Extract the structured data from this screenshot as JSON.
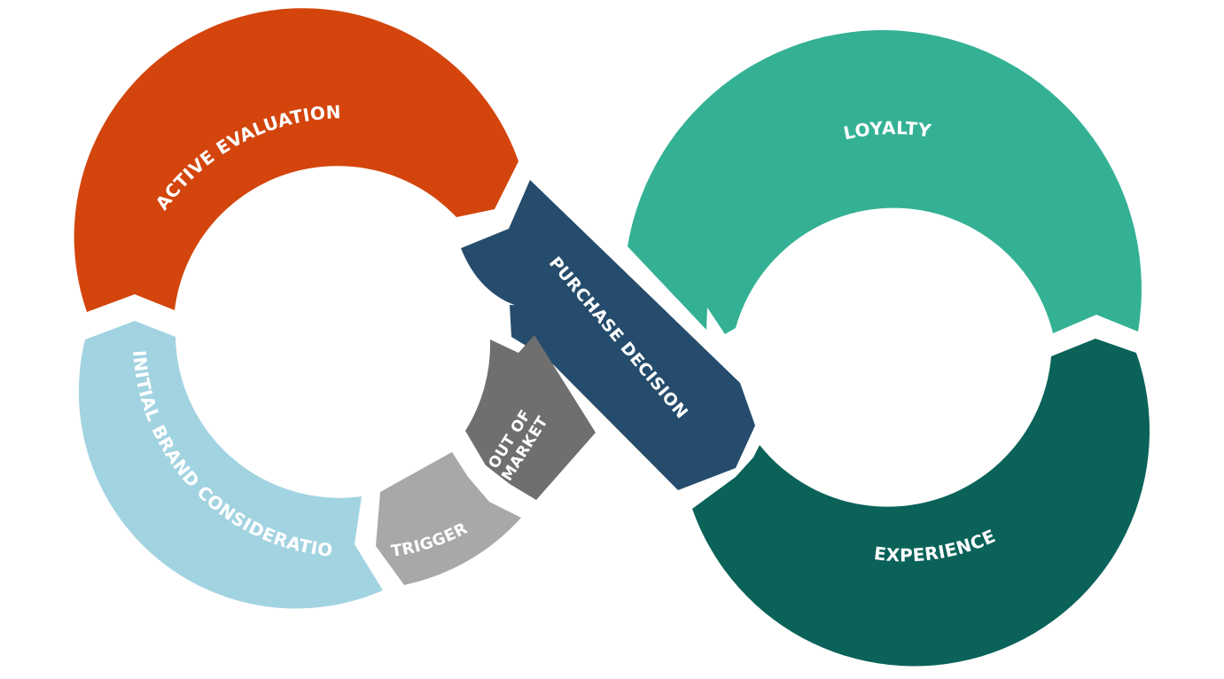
{
  "diagram": {
    "type": "infinity-loop",
    "segments": [
      {
        "id": "initial-brand-consideration",
        "label": "INITIAL BRAND CONSIDERATION",
        "color": "#a2d3e1"
      },
      {
        "id": "active-evaluation",
        "label": "ACTIVE EVALUATION",
        "color": "#d3450d"
      },
      {
        "id": "purchase-decision",
        "label": "PURCHASE DECISION",
        "color": "#254c6c"
      },
      {
        "id": "loyalty",
        "label": "LOYALTY",
        "color": "#34b194"
      },
      {
        "id": "experience",
        "label": "EXPERIENCE",
        "color": "#0a6259"
      },
      {
        "id": "out-of-market",
        "label_line1": "OUT OF",
        "label_line2": "MARKET",
        "color": "#6f6f6f"
      },
      {
        "id": "trigger",
        "label": "TRIGGER",
        "color": "#a8a8a8"
      }
    ]
  }
}
